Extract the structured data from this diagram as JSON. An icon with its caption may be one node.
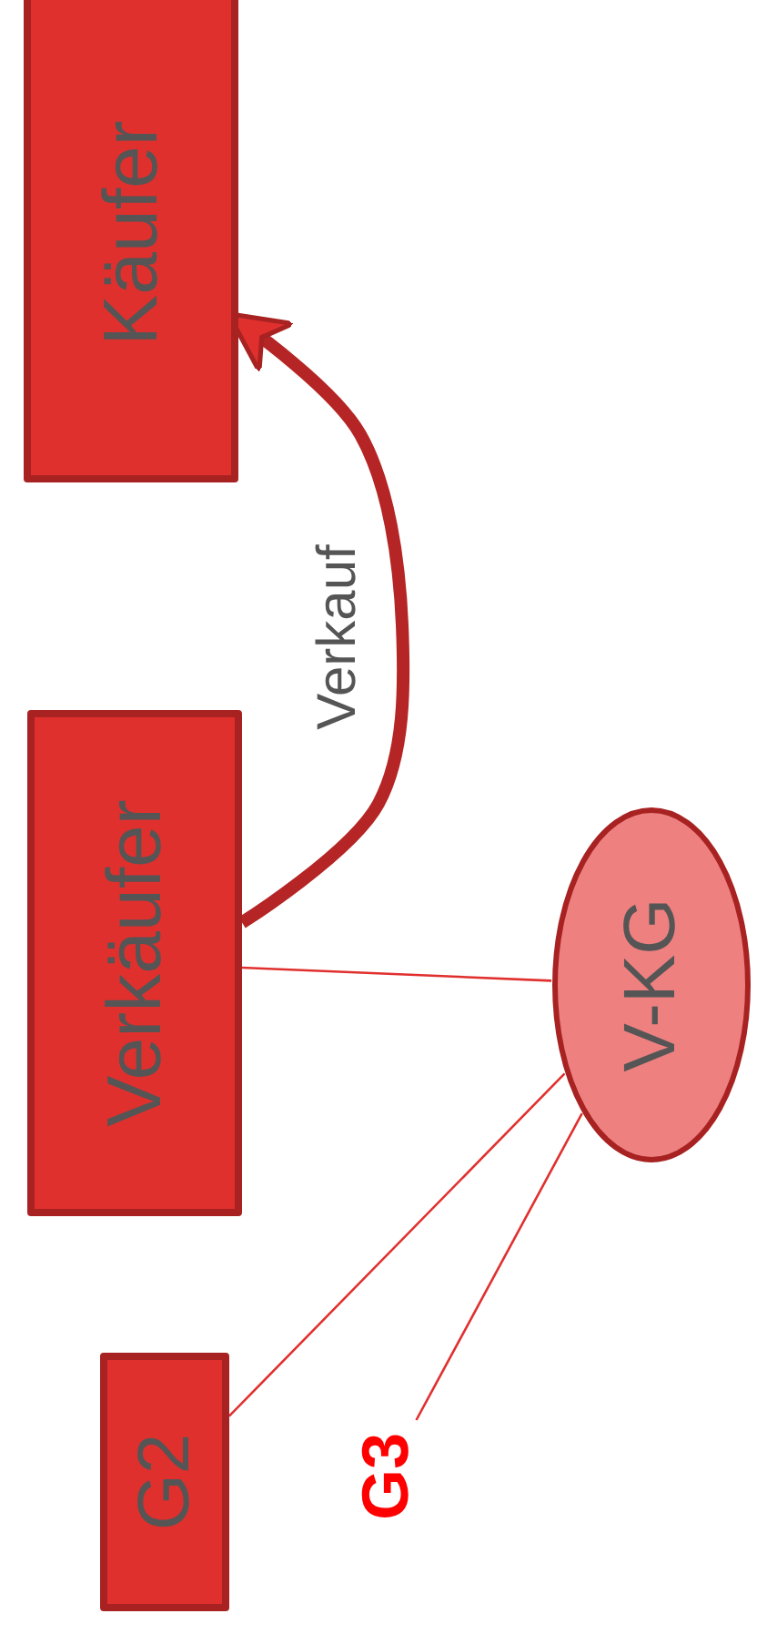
{
  "diagram": {
    "nodes": [
      {
        "text": [
          "Käufer"
        ]
      },
      {
        "text": [
          "Verkäufer"
        ]
      },
      {
        "text": [
          "V-KG"
        ]
      },
      {
        "text": [
          "G2"
        ]
      },
      {
        "text": [
          "G3"
        ]
      }
    ],
    "edges": [
      {
        "from": 1,
        "to": 0,
        "arrow": "to",
        "label": "Verkauf",
        "style": "thick"
      },
      {
        "from": 2,
        "to": 1,
        "arrow": "none"
      },
      {
        "from": 2,
        "to": 3,
        "arrow": "none"
      },
      {
        "from": 2,
        "to": 4,
        "arrow": "none"
      }
    ]
  }
}
